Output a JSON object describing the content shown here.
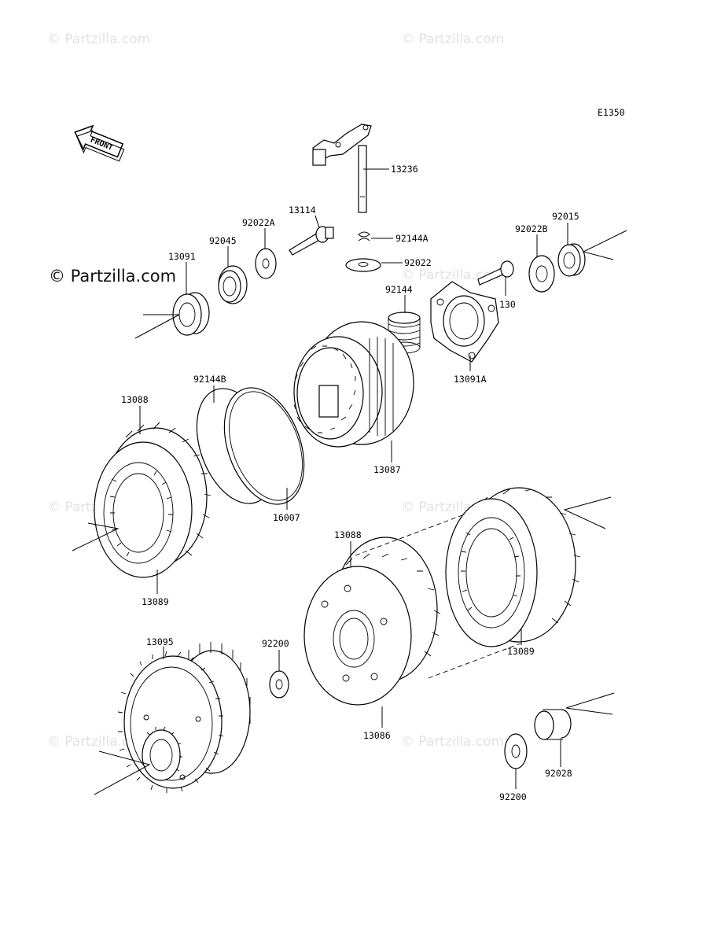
{
  "diagram_code": "E1350",
  "front_arrow_text": "FRONT",
  "watermark_text": "© Partzilla.com",
  "callouts": {
    "p13236": "13236",
    "p13114": "13114",
    "p92022A": "92022A",
    "p92045": "92045",
    "p13091": "13091",
    "p92144A": "92144A",
    "p92022": "92022",
    "p92022B": "92022B",
    "p92015": "92015",
    "p130": "130",
    "p92144": "92144",
    "p13091A": "13091A",
    "p92144B": "92144B",
    "p13088a": "13088",
    "p13087": "13087",
    "p16007": "16007",
    "p13089a": "13089",
    "p13088b": "13088",
    "p13089b": "13089",
    "p13095": "13095",
    "p92200a": "92200",
    "p13086": "13086",
    "p92200b": "92200",
    "p92028": "92028"
  }
}
